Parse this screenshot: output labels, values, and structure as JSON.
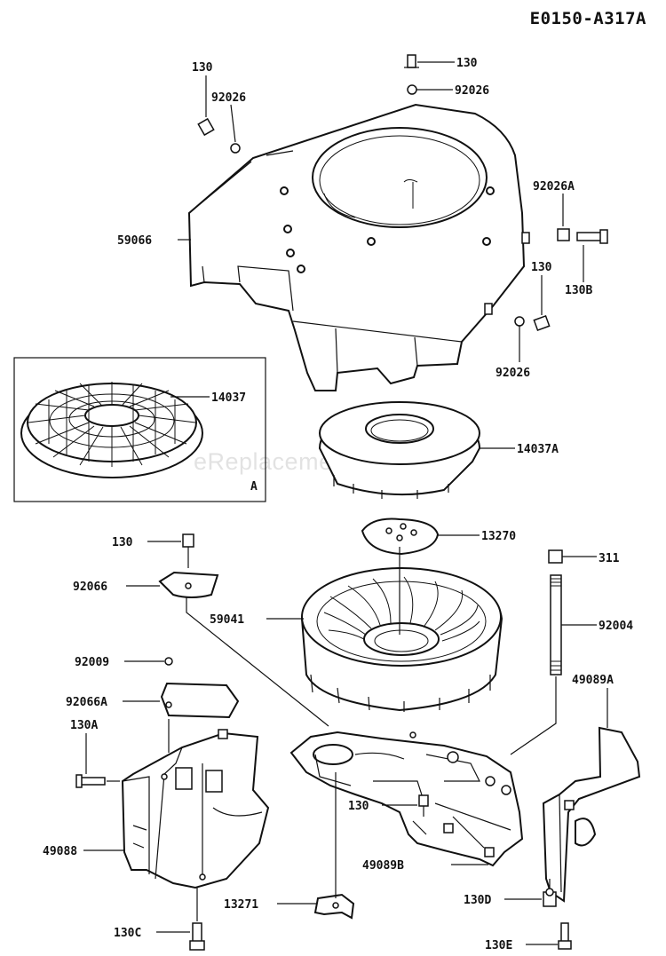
{
  "diagram_code": "E0150-A317A",
  "watermark": "eReplacementParts.com",
  "inset_label": "A",
  "callouts": {
    "c130_top": "130",
    "c92026_top": "92026",
    "c130_left": "130",
    "c92026_left": "92026",
    "c59066": "59066",
    "c92026A": "92026A",
    "c130B": "130B",
    "c130_right": "130",
    "c92026_right": "92026",
    "c14037": "14037",
    "c14037A": "14037A",
    "c130_mid": "130",
    "c13270": "13270",
    "c311": "311",
    "c92066": "92066",
    "c59041": "59041",
    "c92004": "92004",
    "c92009": "92009",
    "c49089A": "49089A",
    "c92066A": "92066A",
    "c130A": "130A",
    "c130_low": "130",
    "c49088": "49088",
    "c49089B": "49089B",
    "c13271": "13271",
    "c130D": "130D",
    "c130C": "130C",
    "c130E": "130E"
  }
}
